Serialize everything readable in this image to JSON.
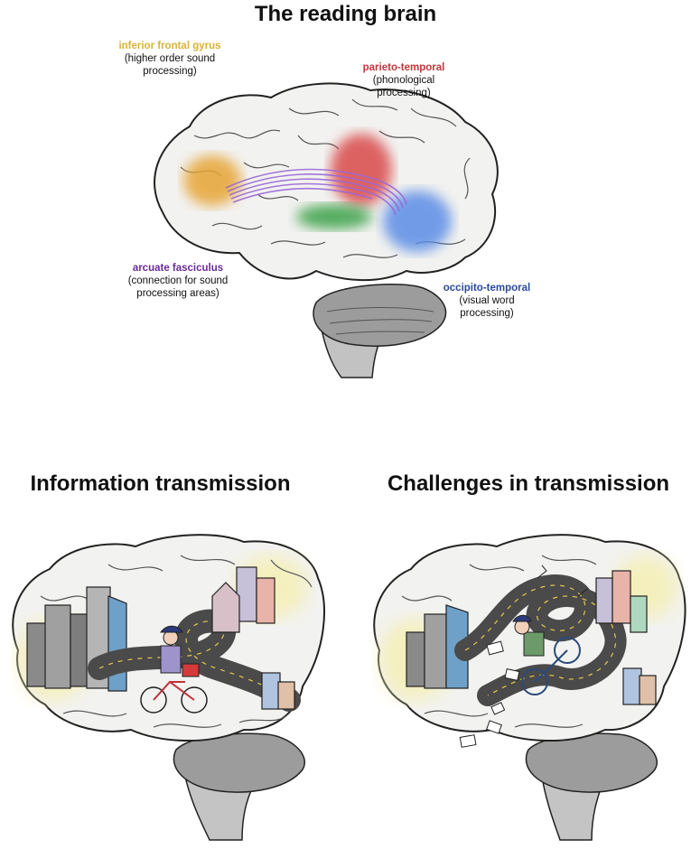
{
  "title": "The reading brain",
  "regions": [
    {
      "id": "inferior-frontal-gyrus",
      "name": "inferior frontal gyrus",
      "description": "(higher order sound processing)",
      "color": "#d8b437"
    },
    {
      "id": "parieto-temporal",
      "name": "parieto-temporal",
      "description": "(phonological processing)",
      "color": "#c2373a"
    },
    {
      "id": "arcuate-fasciculus",
      "name": "arcuate fasciculus",
      "description": "(connection for sound processing areas)",
      "color": "#6a2c9a"
    },
    {
      "id": "occipito-temporal",
      "name": "occipito-temporal",
      "description": "(visual word processing)",
      "color": "#2b4a9c"
    }
  ],
  "panels": {
    "left": {
      "title": "Information transmission"
    },
    "right": {
      "title": "Challenges in transmission"
    }
  },
  "colors": {
    "brain_fill": "#f2f2f0",
    "brain_outline": "#222222",
    "cerebellum": "#9c9c9c",
    "brainstem": "#b8b8b8",
    "road": "#4a4a4a",
    "glow": "#f5efb0",
    "green_region": "#3aa046",
    "orange_region": "#e6a435",
    "red_region": "#d94a4a",
    "blue_region": "#5c8de6",
    "purple_tract": "#9a68d8"
  }
}
